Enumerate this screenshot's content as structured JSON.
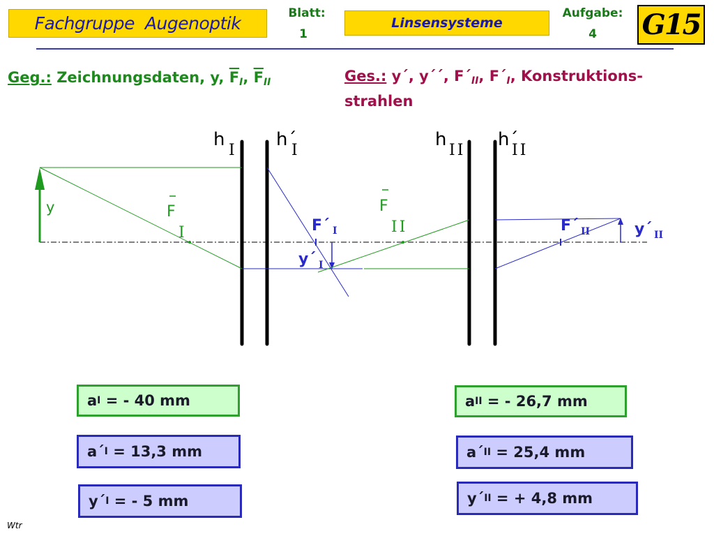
{
  "header": {
    "title": "Fachgruppe  Augenoptik",
    "blatt_label": "Blatt:",
    "blatt_value": "1",
    "topic": "Linsensysteme",
    "aufgabe_label": "Aufgabe:",
    "aufgabe_value": "4",
    "logo": "G15"
  },
  "given": {
    "label": "Geg.:",
    "text": " Zeichnungsdaten, y, ",
    "f1": "F",
    "f1_sub": "I",
    "sep": ", ",
    "f2": "F",
    "f2_sub": "II"
  },
  "sought": {
    "label": "Ges.:",
    "part1": " y´, y´´, F´",
    "sub1": "II",
    "part2": ", F´",
    "sub2": "I",
    "part3": ", Konstruktions-strahlen"
  },
  "diagram": {
    "plane_h1": "h",
    "plane_h1_sub": "I",
    "plane_h1p": "h´",
    "plane_h1p_sub": "I",
    "plane_h2": "h",
    "plane_h2_sub": "II",
    "plane_h2p": "h´",
    "plane_h2p_sub": "II",
    "label_y": "y",
    "label_F_bar_1": "F",
    "label_F_bar_1_sub": "I",
    "label_F_bar_2": "F",
    "label_F_bar_2_sub": "II",
    "label_Fp1": "F´",
    "label_Fp1_sub": "I",
    "label_yp1": "y´",
    "label_yp1_sub": "I",
    "label_Fp2": "F´",
    "label_Fp2_sub": "II",
    "label_yp2": "y´",
    "label_yp2_sub": "II",
    "colors": {
      "green": "#1e9a1e",
      "blue": "#2a2ac8",
      "magenta": "#a0104a"
    }
  },
  "results": {
    "a1": {
      "var": "a",
      "sub": "I",
      "val": " = - 40 mm"
    },
    "ap1": {
      "var": "a´",
      "sub": "I",
      "val": " = 13,3 mm"
    },
    "yp1": {
      "var": "y´",
      "sub": "I",
      "val": " = - 5 mm"
    },
    "a2": {
      "var": "a",
      "sub": "II",
      "val": " = - 26,7 mm"
    },
    "ap2": {
      "var": "a´",
      "sub": "II",
      "val": " = 25,4 mm"
    },
    "yp2": {
      "var": "y´",
      "sub": "II",
      "val": " = + 4,8 mm"
    }
  },
  "footer": {
    "author": "Wtr"
  }
}
